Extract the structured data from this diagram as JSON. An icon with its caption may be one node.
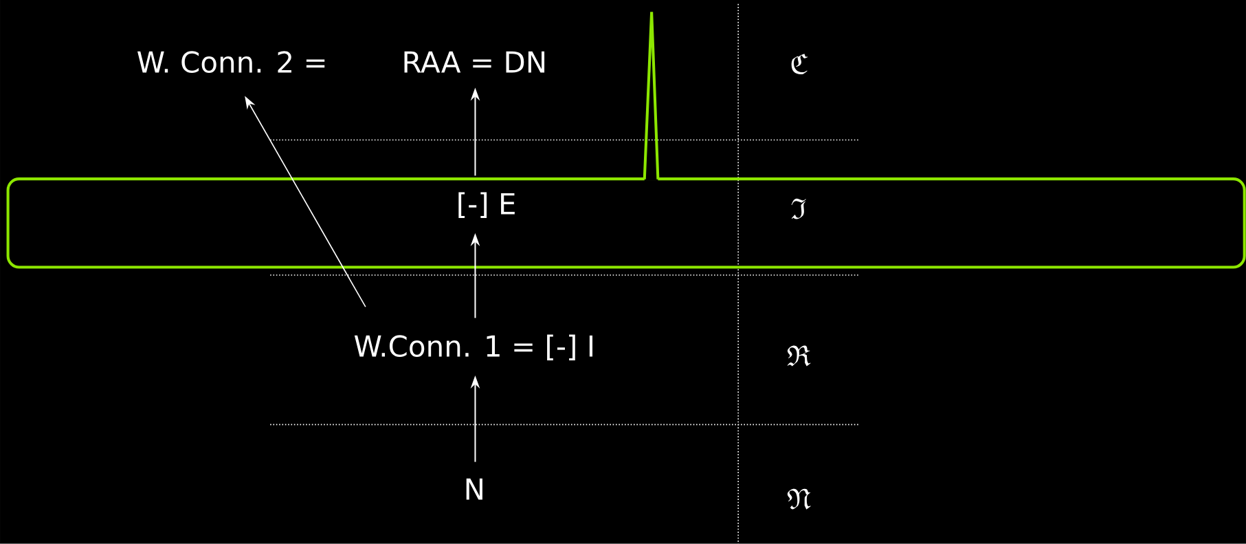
{
  "diagram": {
    "nodes": [
      {
        "text": [
          "W. Conn. 2 ="
        ]
      },
      {
        "text": [
          "RAA = DN"
        ]
      },
      {
        "text": [],
        "shape": "band"
      },
      {
        "text": [
          "[-] E"
        ],
        "in": 2
      },
      {
        "text": [
          "W.Conn. 1 = [-] I"
        ]
      },
      {
        "text": [
          "N"
        ]
      }
    ],
    "edges": [
      {
        "from": 5,
        "to": 4,
        "arrow": "to"
      },
      {
        "from": 4,
        "to": 3,
        "arrow": "to"
      },
      {
        "from": 3,
        "to": 1,
        "arrow": "to"
      },
      {
        "from": 4,
        "to": 0,
        "arrow": "to"
      }
    ],
    "labels": [
      "\\mathfrak{C}",
      "\\mathfrak{I}",
      "\\mathfrak{R}",
      "\\mathfrak{N}"
    ]
  }
}
